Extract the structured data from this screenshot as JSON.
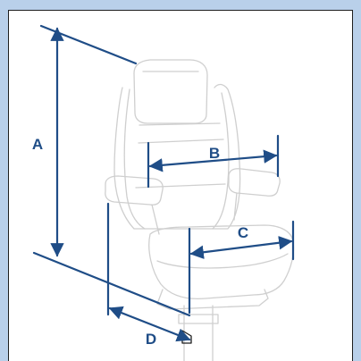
{
  "diagram": {
    "dimensions": [
      {
        "id": "A",
        "label": "A"
      },
      {
        "id": "B",
        "label": "B"
      },
      {
        "id": "C",
        "label": "C"
      },
      {
        "id": "D",
        "label": "D"
      }
    ],
    "colors": {
      "frame_background": "#b9d0ea",
      "panel_background": "#ffffff",
      "dimension_lines": "#1f4d87",
      "seat_outline": "#cfcfcf"
    }
  }
}
